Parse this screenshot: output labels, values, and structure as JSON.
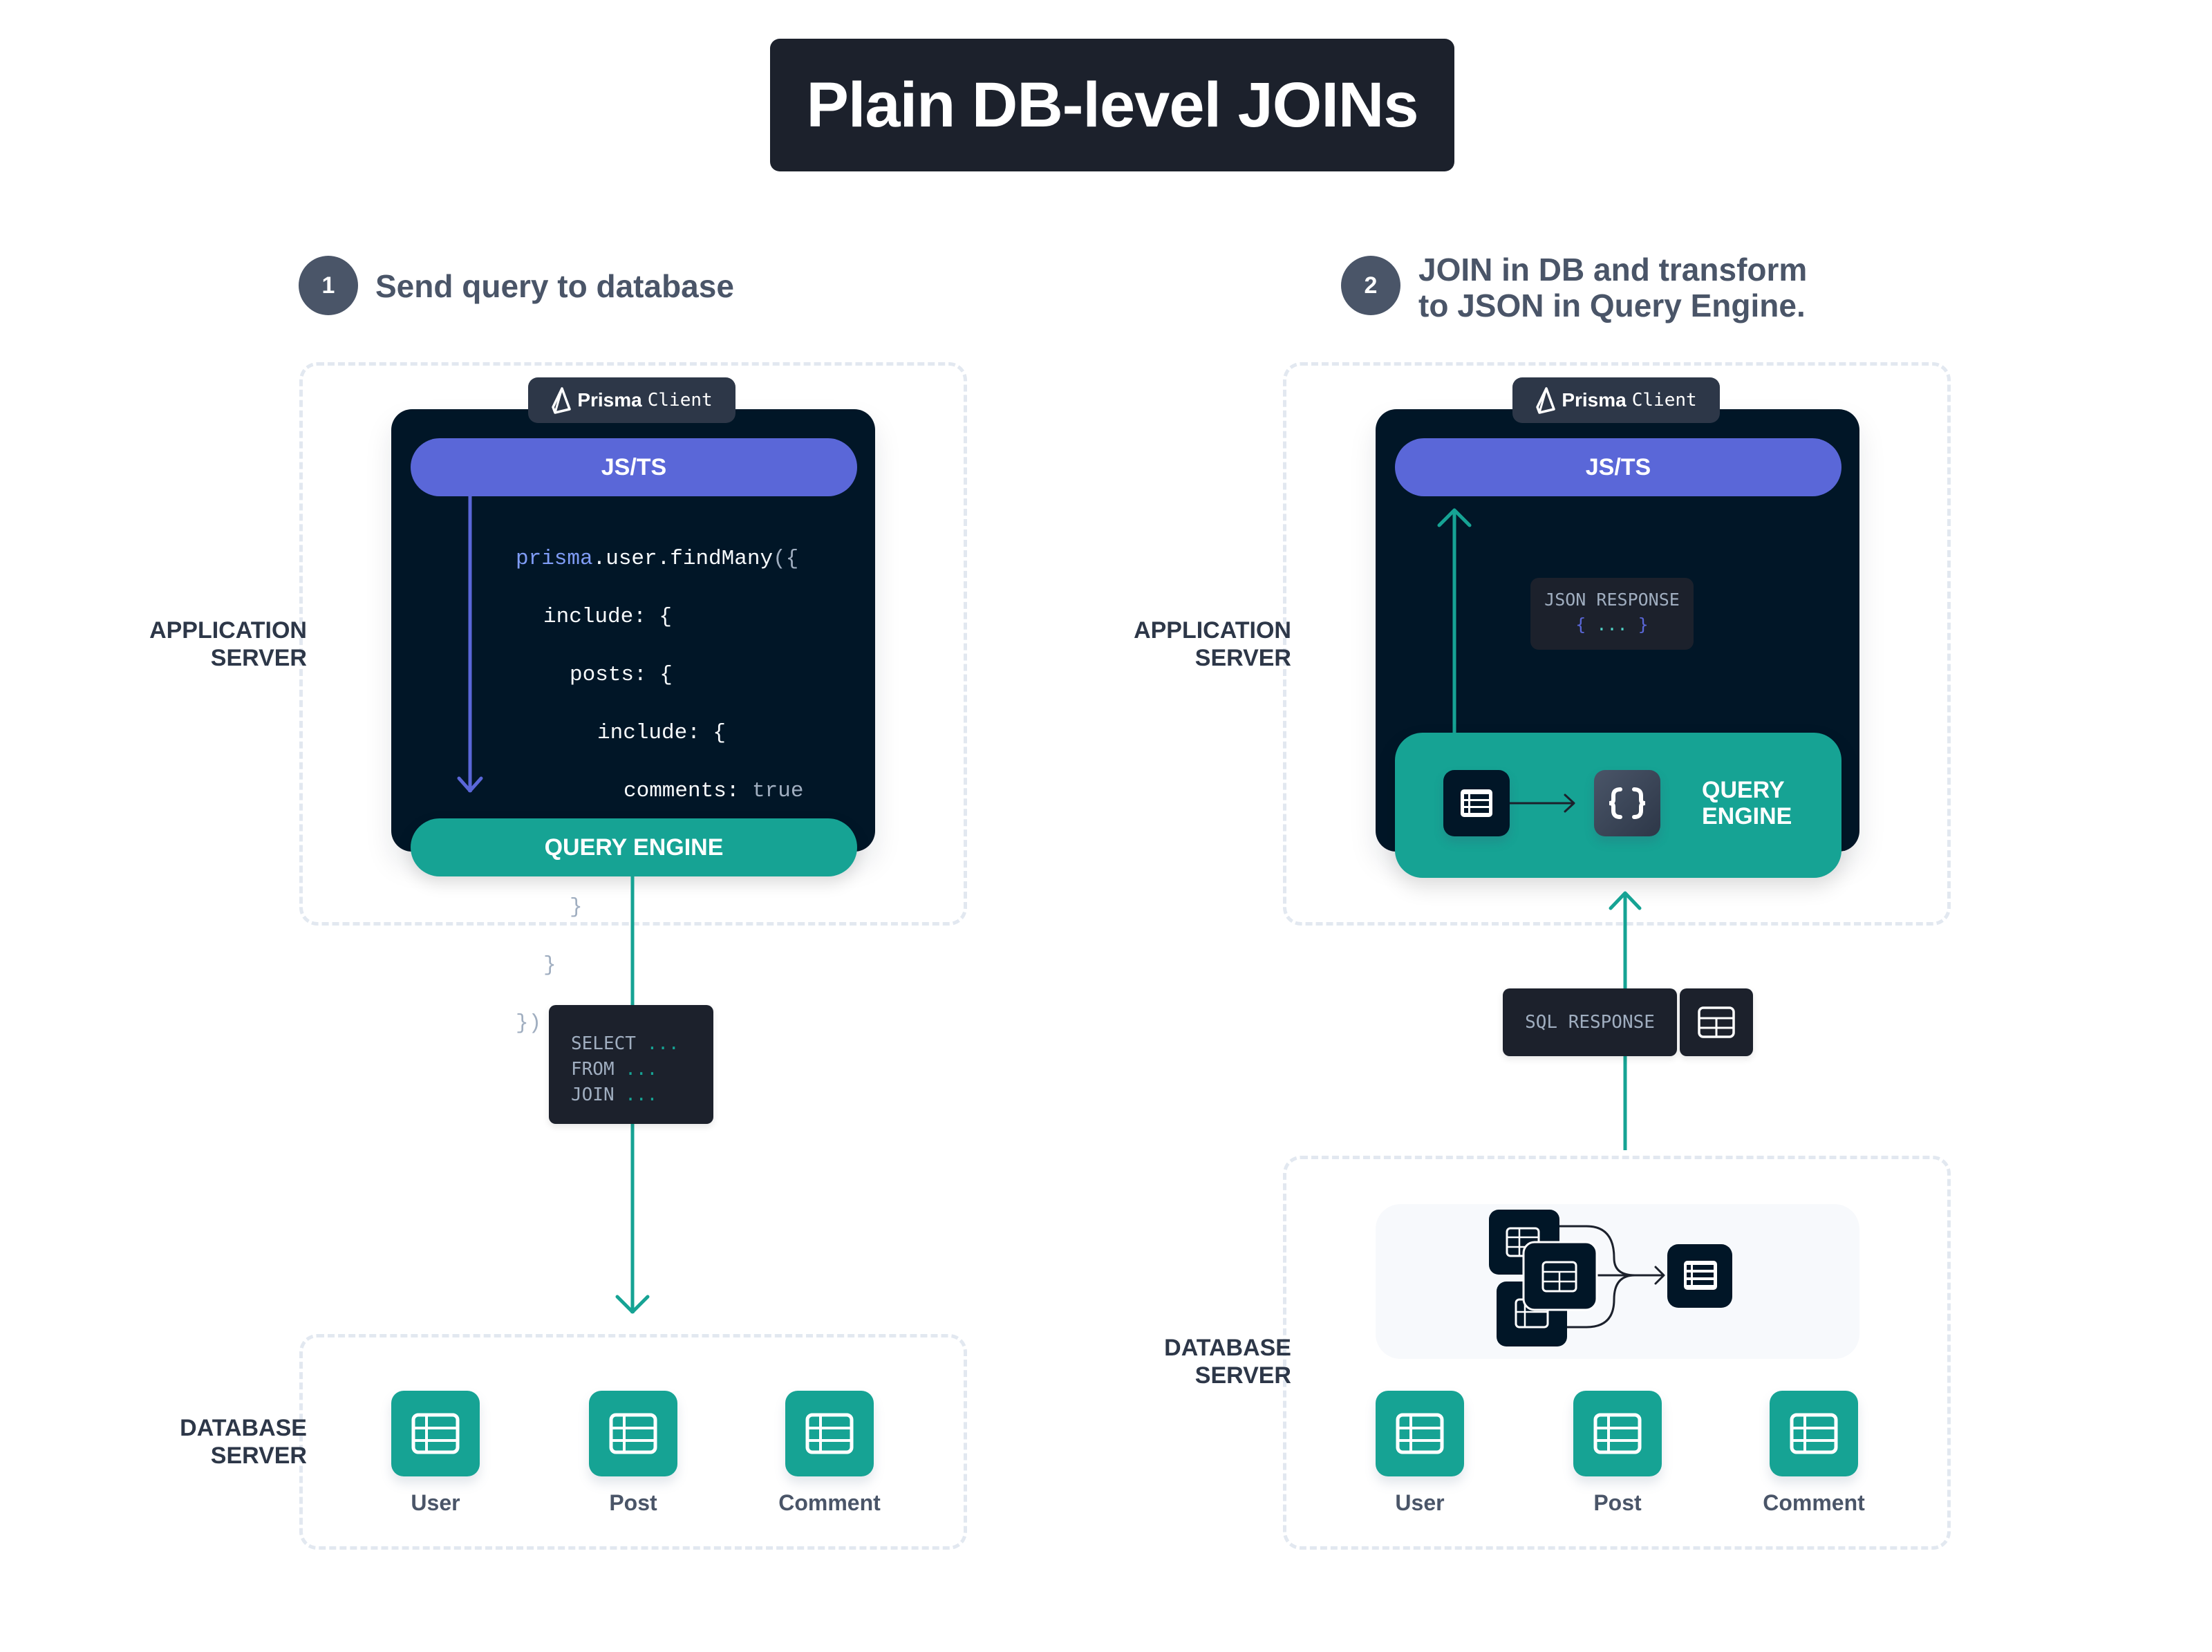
{
  "title": "Plain DB-level JOINs",
  "steps": [
    {
      "number": "1",
      "text": "Send query to database"
    },
    {
      "number": "2",
      "text_line1": "JOIN in DB and transform",
      "text_line2": "to JSON in Query Engine."
    }
  ],
  "labels": {
    "app_server_line1": "APPLICATION",
    "app_server_line2": "SERVER",
    "db_server_line1": "DATABASE",
    "db_server_line2": "SERVER"
  },
  "client_badge": {
    "brand": "Prisma",
    "product": "Client",
    "icon": "prisma-logo-icon"
  },
  "language_pill": "JS/TS",
  "query_engine": "QUERY ENGINE",
  "query_engine_line1": "QUERY",
  "query_engine_line2": "ENGINE",
  "code": {
    "line1_obj": "prisma",
    "line1_rest": ".user.findMany",
    "line1_paren": "({",
    "line2": "include: {",
    "line3": "posts: {",
    "line4": "include: {",
    "line5_key": "comments: ",
    "line5_val": "true",
    "line6": "}",
    "line7": "}",
    "line8": "}",
    "line9": "})"
  },
  "sql_query": [
    {
      "kw": "SELECT",
      "rest": "..."
    },
    {
      "kw": "FROM",
      "rest": "..."
    },
    {
      "kw": "JOIN",
      "rest": "..."
    }
  ],
  "json_response": {
    "label": "JSON RESPONSE",
    "open": "{",
    "dots": "...",
    "close": "}"
  },
  "sql_response": {
    "label": "SQL RESPONSE",
    "icon": "table-icon"
  },
  "tables": [
    "User",
    "Post",
    "Comment"
  ],
  "colors": {
    "dark": "#1c212c",
    "navy": "#011627",
    "indigo": "#5a67d8",
    "teal": "#16a394",
    "slate": "#4a5568",
    "dashed": "#e2e8f0"
  }
}
